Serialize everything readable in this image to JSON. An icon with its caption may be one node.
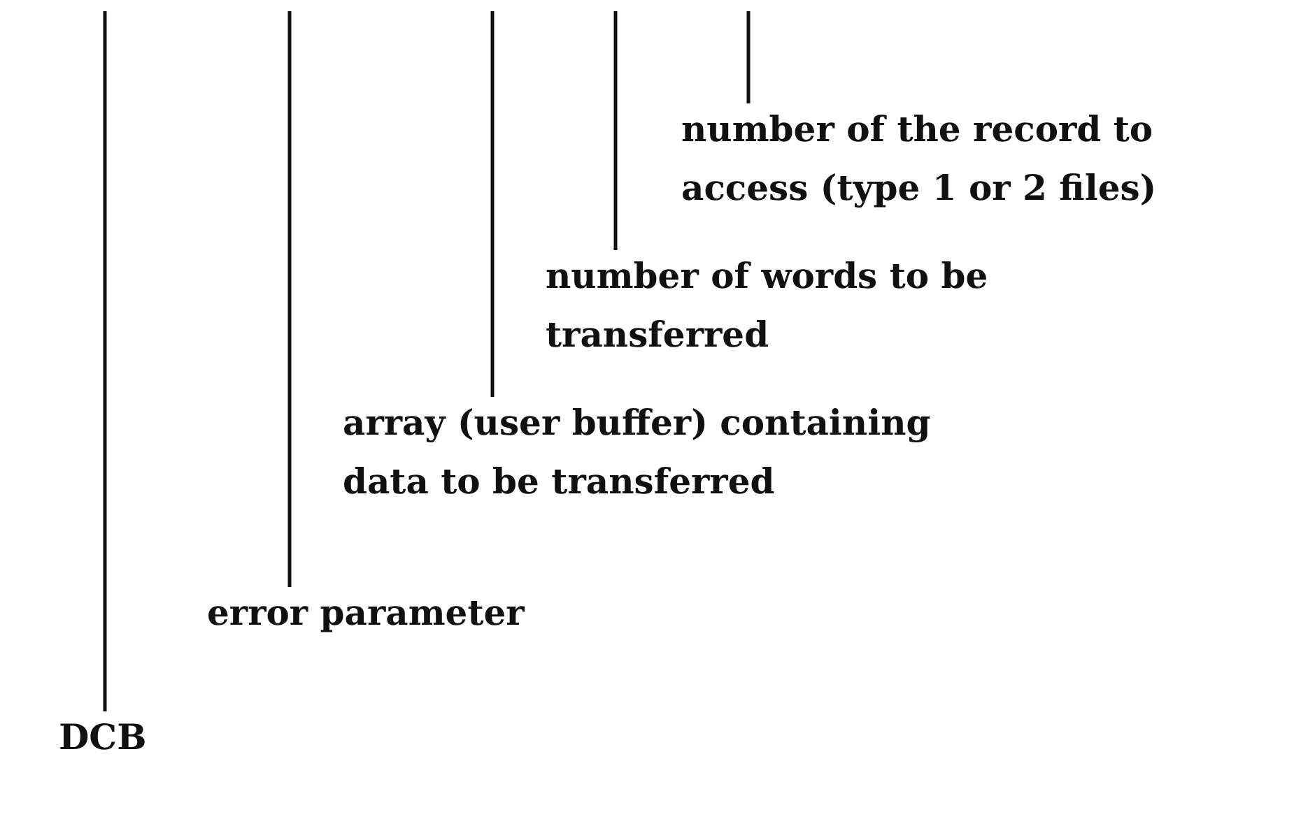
{
  "diagram": {
    "nodes": [
      {
        "text": [
          "number of the record to access (type 1 or 2 files)"
        ]
      },
      {
        "text": [
          "number of words to be transferred"
        ]
      },
      {
        "text": [
          "array (user buffer) containing data to be transferred"
        ]
      },
      {
        "text": [
          "error parameter"
        ]
      },
      {
        "text": [
          "DCB"
        ]
      }
    ],
    "edges": [
      {
        "from": 0,
        "to": null,
        "arrow": "none"
      },
      {
        "from": 1,
        "to": null,
        "arrow": "none"
      },
      {
        "from": 2,
        "to": null,
        "arrow": "none"
      },
      {
        "from": 3,
        "to": null,
        "arrow": "none"
      },
      {
        "from": 4,
        "to": null,
        "arrow": "none"
      }
    ]
  }
}
